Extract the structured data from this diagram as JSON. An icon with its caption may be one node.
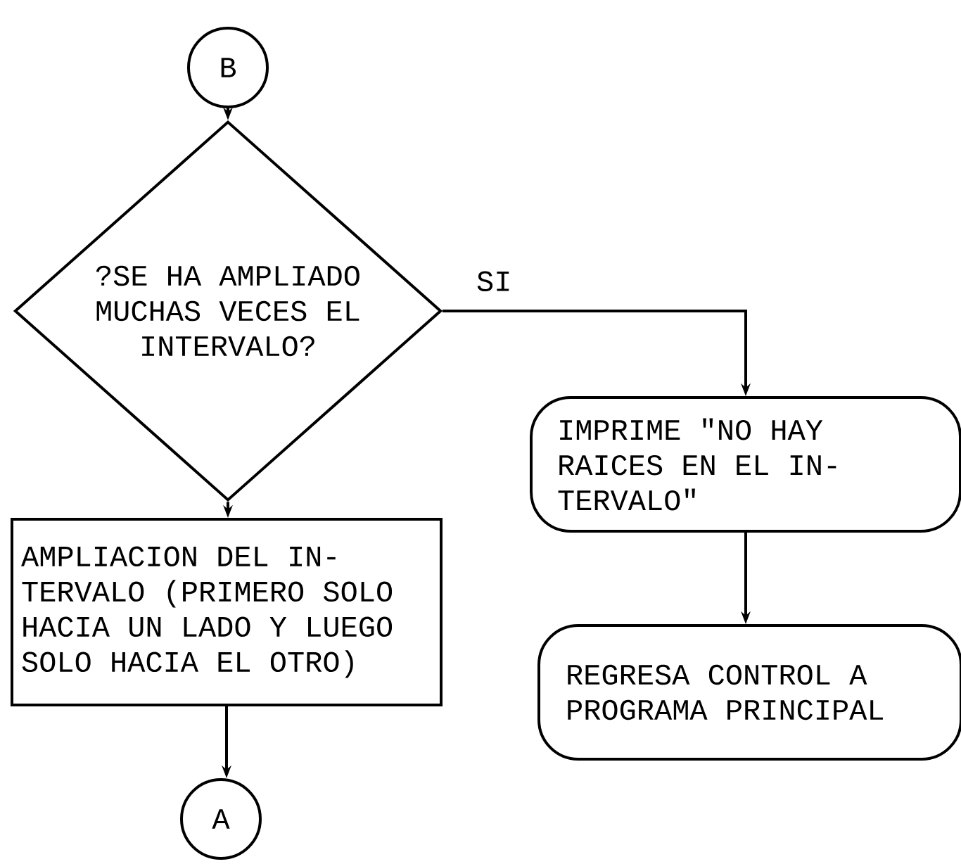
{
  "diagram": {
    "nodes": [
      {
        "text": [
          "B"
        ]
      },
      {
        "text": [
          "?SE HA AMPLIADO MUCHAS VECES EL INTERVALO?"
        ]
      },
      {
        "text": [
          "AMPLIACION DEL IN- TERVALO (PRIMERO SOLO HACIA UN LADO Y LUEGO SOLO HACIA EL OTRO)"
        ]
      },
      {
        "text": [
          "A"
        ]
      },
      {
        "text": [
          "IMPRIME \"NO HAY RAICES EN EL IN- TERVALO\""
        ]
      },
      {
        "text": [
          "REGRESA CONTROL A PROGRAMA PRINCIPAL"
        ]
      }
    ],
    "edges": [
      {
        "from": 0,
        "to": 1,
        "arrow": "to"
      },
      {
        "from": 1,
        "to": 2,
        "arrow": "to"
      },
      {
        "from": 2,
        "to": 3,
        "arrow": "to"
      },
      {
        "from": 1,
        "to": 4,
        "arrow": "to",
        "label": "SI"
      },
      {
        "from": 4,
        "to": 5,
        "arrow": "to"
      }
    ]
  }
}
